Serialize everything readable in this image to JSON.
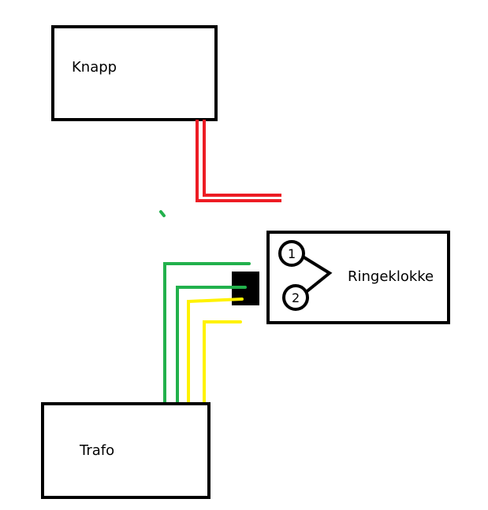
{
  "boxes": {
    "knapp": "Knapp",
    "ringeklokke": "Ringeklokke",
    "trafo": "Trafo"
  },
  "terminals": [
    "1",
    "2"
  ],
  "colors": {
    "outline": "#000000",
    "red_wire": "#ed1c24",
    "green_wire": "#22b14c",
    "yellow_wire": "#fff200"
  }
}
